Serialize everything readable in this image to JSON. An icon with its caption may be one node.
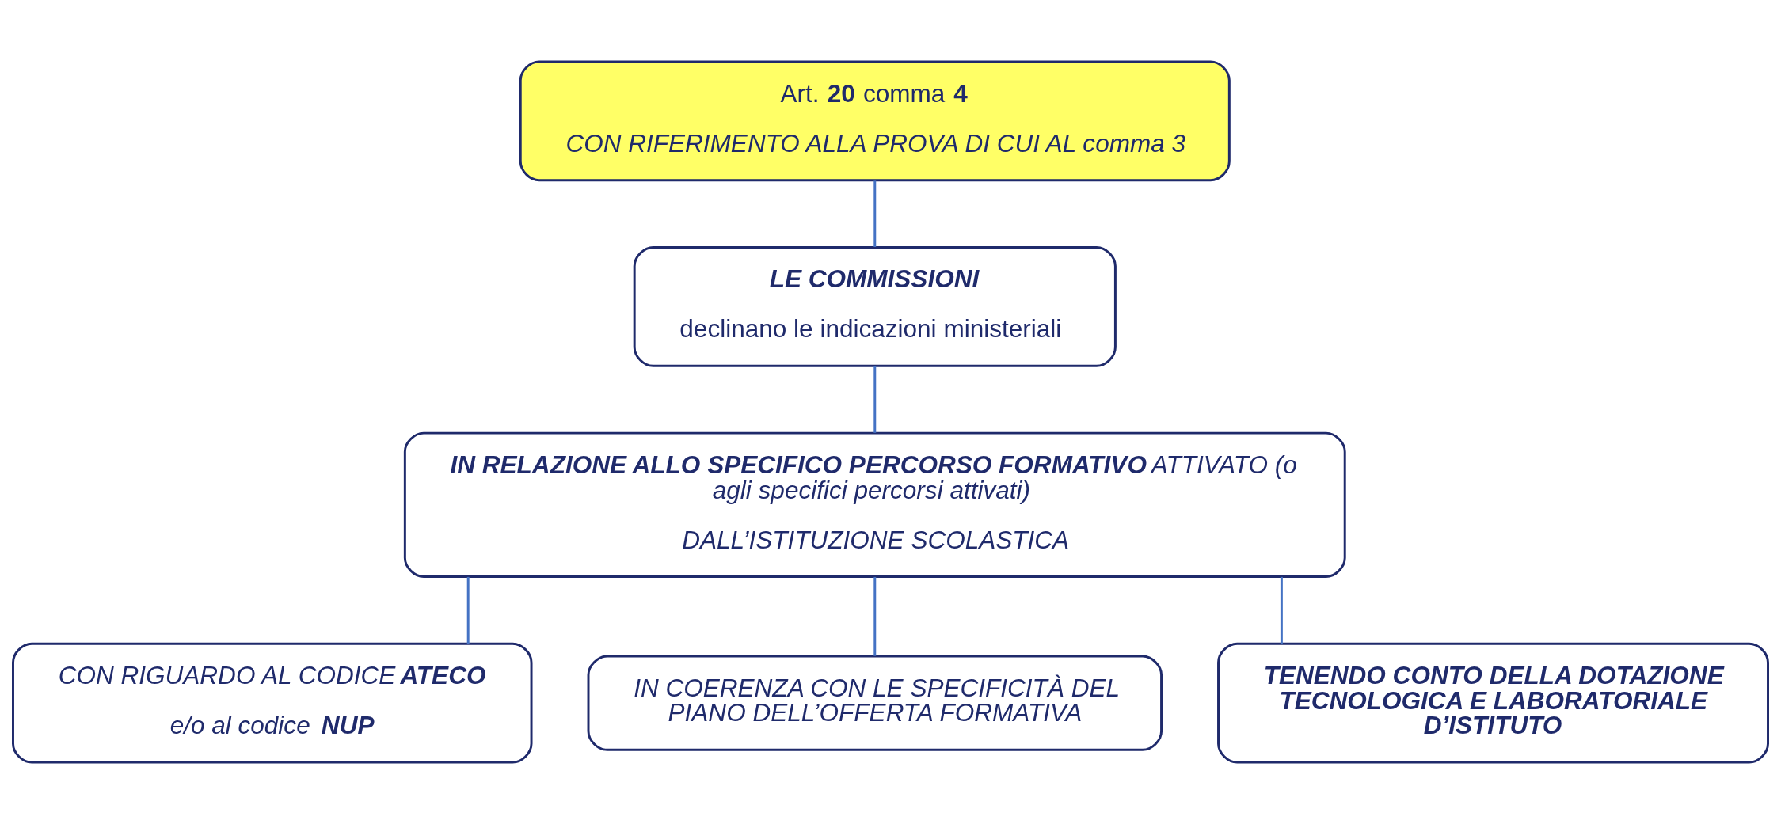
{
  "diagram": {
    "nodes": [
      {
        "text": [
          "Art. **20** comma **4**",
          "CON RIFERIMENTO ALLA PROVA DI CUI AL comma 3"
        ]
      },
      {
        "text": [
          "LE COMMISSIONI",
          "declinano le indicazioni ministeriali"
        ]
      },
      {
        "text": [
          "**IN RELAZIONE ALLO SPECIFICO PERCORSO FORMATIVO** ATTIVATO (o agli specifici percorsi attivati)",
          "DALL’ISTITUZIONE SCOLASTICA"
        ]
      },
      {
        "text": [
          "CON RIGUARDO AL CODICE **ATECO**",
          "e/o al codice **NUP**"
        ]
      },
      {
        "text": [
          "IN COERENZA CON LE SPECIFICITÀ DEL PIANO DELL’OFFERTA FORMATIVA"
        ]
      },
      {
        "text": [
          "TENENDO CONTO DELLA DOTAZIONE TECNOLOGICA E LABORATORIALE D’ISTITUTO"
        ]
      }
    ],
    "edges": [
      {
        "from": 0,
        "to": 1,
        "arrow": "none"
      },
      {
        "from": 1,
        "to": 2,
        "arrow": "none"
      },
      {
        "from": 2,
        "to": 3,
        "arrow": "none"
      },
      {
        "from": 2,
        "to": 4,
        "arrow": "none"
      },
      {
        "from": 2,
        "to": 5,
        "arrow": "none"
      }
    ]
  }
}
